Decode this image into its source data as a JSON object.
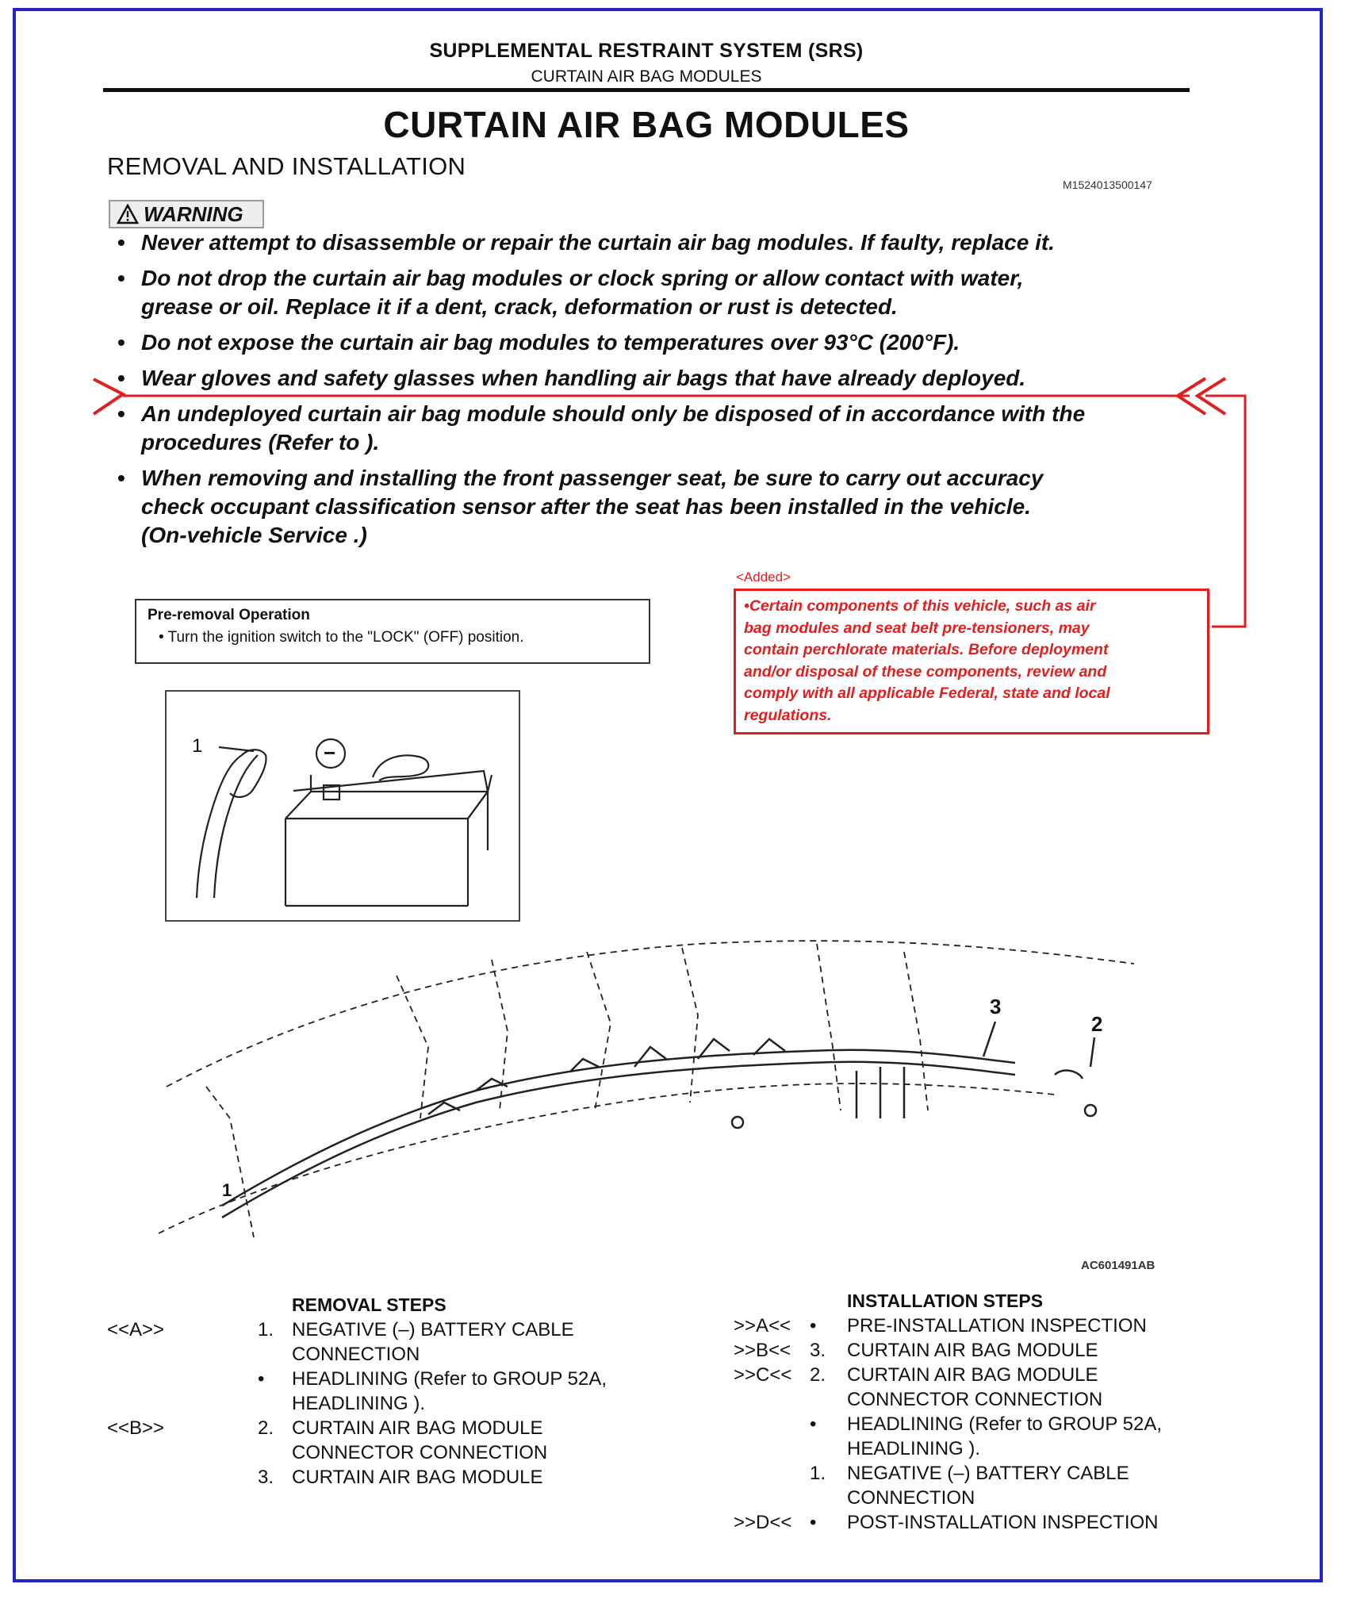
{
  "header": {
    "system_title": "SUPPLEMENTAL RESTRAINT SYSTEM (SRS)",
    "subtitle": "CURTAIN AIR BAG MODULES"
  },
  "page_title": "CURTAIN AIR BAG MODULES",
  "section_title": "REMOVAL AND INSTALLATION",
  "doc_code": "M1524013500147",
  "warning": {
    "label": "WARNING",
    "items": [
      {
        "lines": [
          "Never attempt to disassemble or repair the curtain air bag modules. If faulty, replace it."
        ]
      },
      {
        "lines": [
          "Do not drop the curtain air bag modules or clock spring or allow contact with water,",
          "grease or oil. Replace it if a dent, crack, deformation or rust is detected."
        ]
      },
      {
        "lines": [
          "Do not expose the curtain air bag modules to temperatures over 93°C (200°F)."
        ]
      },
      {
        "lines": [
          "Wear gloves and safety glasses when handling air bags that have already deployed."
        ]
      },
      {
        "lines": [
          "An undeployed curtain air bag module should only be disposed of in accordance with the",
          "procedures (Refer to                    )."
        ]
      },
      {
        "lines": [
          "When removing and installing the front passenger seat, be sure to carry out accuracy",
          "check occupant classification sensor after the seat has been installed in the vehicle.",
          "(On-vehicle Service                   .)"
        ]
      }
    ]
  },
  "added_note": {
    "tag": "<Added>",
    "lines": [
      "•Certain components of this vehicle, such as air",
      "bag modules and seat belt pre-tensioners, may",
      "contain perchlorate materials. Before deployment",
      "and/or disposal of these components, review and",
      "comply with all applicable Federal, state and local",
      "regulations."
    ]
  },
  "pre_removal": {
    "title": "Pre-removal Operation",
    "item": "•  Turn the ignition switch to the \"LOCK\" (OFF) position."
  },
  "battery_figure": {
    "callout": "1",
    "symbol": "−"
  },
  "airbag_figure": {
    "callouts": [
      "1",
      "2",
      "3"
    ],
    "code": "AC601491AB"
  },
  "removal": {
    "heading": "REMOVAL STEPS",
    "rows": [
      {
        "tag": "<<A>>",
        "num": "1.",
        "text": "NEGATIVE (–) BATTERY CABLE"
      },
      {
        "tag": "",
        "num": "",
        "text": "CONNECTION"
      },
      {
        "tag": "",
        "num": "•",
        "text": "HEADLINING (Refer to GROUP 52A,"
      },
      {
        "tag": "",
        "num": "",
        "text": "HEADLINING                    )."
      },
      {
        "tag": "<<B>>",
        "num": "2.",
        "text": "CURTAIN AIR BAG MODULE"
      },
      {
        "tag": "",
        "num": "",
        "text": "CONNECTOR CONNECTION"
      },
      {
        "tag": "",
        "num": "3.",
        "text": "CURTAIN AIR BAG MODULE"
      }
    ]
  },
  "installation": {
    "heading": "INSTALLATION STEPS",
    "rows": [
      {
        "tag": ">>A<<",
        "num": "•",
        "text": "PRE-INSTALLATION INSPECTION"
      },
      {
        "tag": ">>B<<",
        "num": "3.",
        "text": "CURTAIN AIR BAG MODULE"
      },
      {
        "tag": ">>C<<",
        "num": "2.",
        "text": "CURTAIN AIR BAG MODULE"
      },
      {
        "tag": "",
        "num": "",
        "text": "CONNECTOR CONNECTION"
      },
      {
        "tag": "",
        "num": "•",
        "text": "HEADLINING (Refer to GROUP 52A,"
      },
      {
        "tag": "",
        "num": "",
        "text": "HEADLINING                )."
      },
      {
        "tag": "",
        "num": "1.",
        "text": "NEGATIVE (–) BATTERY CABLE"
      },
      {
        "tag": "",
        "num": "",
        "text": "CONNECTION"
      },
      {
        "tag": ">>D<<",
        "num": "•",
        "text": "POST-INSTALLATION INSPECTION"
      }
    ]
  },
  "colors": {
    "frame": "#2323c8",
    "annotation": "#e02020"
  }
}
